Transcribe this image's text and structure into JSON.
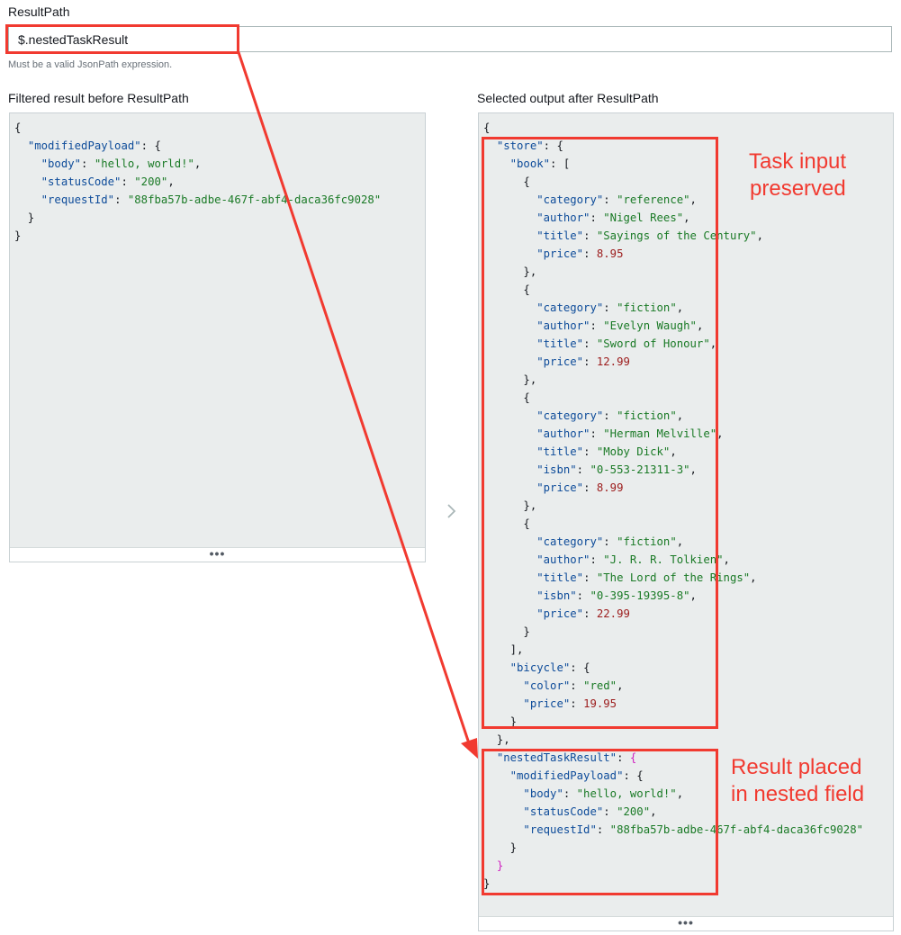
{
  "result_path": {
    "label": "ResultPath",
    "value": "$.nestedTaskResult",
    "hint": "Must be a valid JsonPath expression."
  },
  "left_panel": {
    "title": "Filtered result before ResultPath",
    "footer": "•••"
  },
  "right_panel": {
    "title": "Selected output after ResultPath",
    "footer": "•••"
  },
  "json": {
    "modifiedPayload_key": "\"modifiedPayload\"",
    "body_key": "\"body\"",
    "body_val": "\"hello, world!\"",
    "statusCode_key": "\"statusCode\"",
    "statusCode_val": "\"200\"",
    "requestId_key": "\"requestId\"",
    "requestId_val": "\"88fba57b-adbe-467f-abf4-daca36fc9028\"",
    "store_key": "\"store\"",
    "book_key": "\"book\"",
    "category_key": "\"category\"",
    "author_key": "\"author\"",
    "title_key": "\"title\"",
    "isbn_key": "\"isbn\"",
    "price_key": "\"price\"",
    "bicycle_key": "\"bicycle\"",
    "color_key": "\"color\"",
    "nestedTaskResult_key": "\"nestedTaskResult\"",
    "books": [
      {
        "category": "\"reference\"",
        "author": "\"Nigel Rees\"",
        "title": "\"Sayings of the Century\"",
        "price": "8.95"
      },
      {
        "category": "\"fiction\"",
        "author": "\"Evelyn Waugh\"",
        "title": "\"Sword of Honour\"",
        "price": "12.99"
      },
      {
        "category": "\"fiction\"",
        "author": "\"Herman Melville\"",
        "title": "\"Moby Dick\"",
        "isbn": "\"0-553-21311-3\"",
        "price": "8.99"
      },
      {
        "category": "\"fiction\"",
        "author": "\"J. R. R. Tolkien\"",
        "title": "\"The Lord of the Rings\"",
        "isbn": "\"0-395-19395-8\"",
        "price": "22.99"
      }
    ],
    "bicycle": {
      "color": "\"red\"",
      "price": "19.95"
    }
  },
  "annotations": {
    "task_input_line1": "Task input",
    "task_input_line2": "preserved",
    "result_line1": "Result placed",
    "result_line2": "in nested field"
  },
  "colors": {
    "annotation": "#f13a30",
    "json_key": "#0e4c9a",
    "json_string": "#1a7a26",
    "json_number": "#9c1c1c",
    "json_bracket_highlight": "#d01fc0"
  },
  "icons": {
    "panel_separator": "chevron-right-icon"
  }
}
